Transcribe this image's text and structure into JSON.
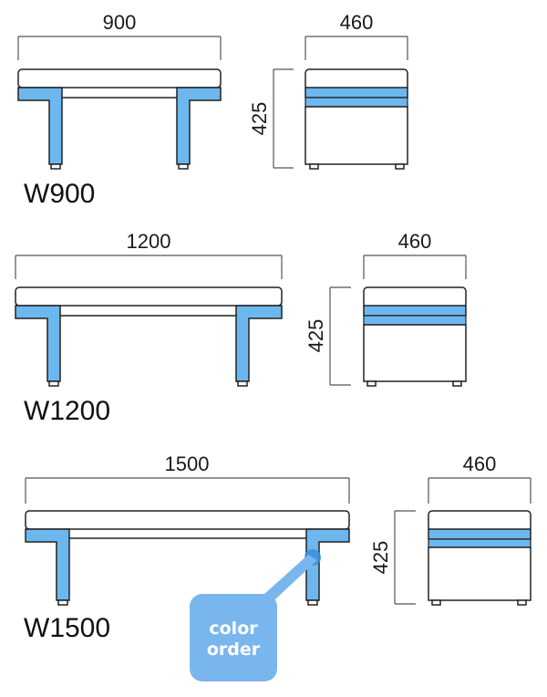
{
  "colors": {
    "accent": "#6cb8ee",
    "callout": "#7ab6ee",
    "outline": "#222222",
    "dim_line": "#555555"
  },
  "benches": [
    {
      "model": "W900",
      "length_dim": "900",
      "depth_dim": "460",
      "height_dim": "425"
    },
    {
      "model": "W1200",
      "length_dim": "1200",
      "depth_dim": "460",
      "height_dim": "425"
    },
    {
      "model": "W1500",
      "length_dim": "1500",
      "depth_dim": "460",
      "height_dim": "425"
    }
  ],
  "callout": {
    "line1": "color",
    "line2": "order"
  }
}
